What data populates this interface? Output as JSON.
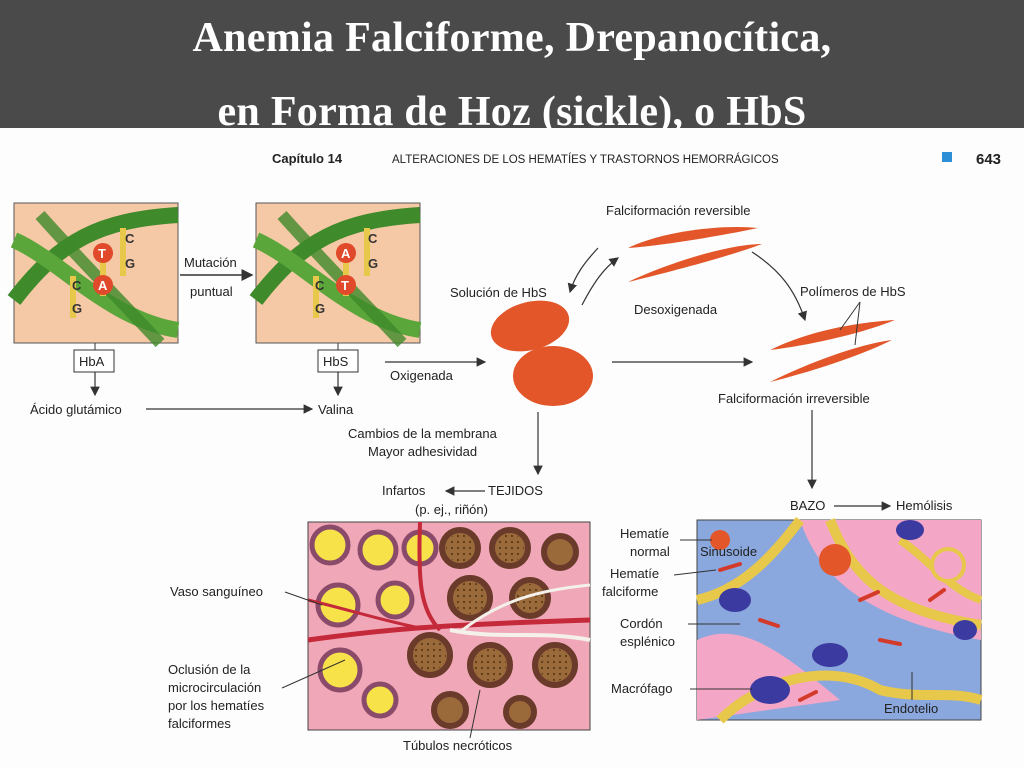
{
  "slide": {
    "title_line1": "Anemia Falciforme, Drepanocítica,",
    "title_line2": "en Forma de Hoz (sickle), o HbS"
  },
  "book_header": {
    "chapter": "Capítulo 14",
    "section": "ALTERACIONES DE LOS HEMATÍES Y TRASTORNOS HEMORRÁGICOS",
    "page": "643"
  },
  "dna": {
    "left_bases": [
      "C",
      "G",
      "T",
      "A",
      "C",
      "G"
    ],
    "right_bases": [
      "C",
      "G",
      "A",
      "T",
      "C",
      "G"
    ],
    "mutation_label": "Mutación",
    "mutation_label2": "puntual",
    "hba": "HbA",
    "hbs": "HbS",
    "glutamic": "Ácido glutámico",
    "valine": "Valina"
  },
  "cycle": {
    "reversible": "Falciformación reversible",
    "solution": "Solución de HbS",
    "deoxygenated": "Desoxigenada",
    "polymers": "Polímeros de HbS",
    "oxygenated": "Oxigenada",
    "irreversible": "Falciformación irreversible",
    "membrane1": "Cambios de la membrana",
    "membrane2": "Mayor adhesividad"
  },
  "tissues": {
    "infarcts": "Infartos",
    "tissues": "TEJIDOS",
    "example": "(p. ej., riñón)",
    "vessel": "Vaso sanguíneo",
    "occlusion1": "Oclusión de la",
    "occlusion2": "microcirculación",
    "occlusion3": "por los hematíes",
    "occlusion4": "falciformes",
    "necrotic": "Túbulos necróticos"
  },
  "spleen": {
    "bazo": "BAZO",
    "hemolysis": "Hemólisis",
    "normal1": "Hematíe",
    "normal2": "normal",
    "sinusoid": "Sinusoide",
    "sickle1": "Hematíe",
    "sickle2": "falciforme",
    "cord1": "Cordón",
    "cord2": "esplénico",
    "macrophage": "Macrófago",
    "endothelium": "Endotelio"
  },
  "colors": {
    "title_band": "#4a4a4a",
    "rbc": "#e2562a",
    "dna_green": "#3f8a2a",
    "dna_bg": "#f6c9a6",
    "tissue_pink": "#f0a8b8",
    "spleen_blue": "#8aa7de"
  }
}
